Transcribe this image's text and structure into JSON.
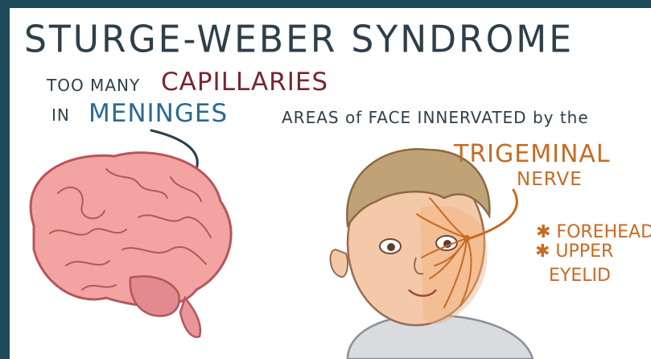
{
  "title": "STURGE-WEBER SYNDROME",
  "left_caption": {
    "line1_prefix": "TOO MANY",
    "line1_emphasis": "CAPILLARIES",
    "line2_prefix": "IN",
    "line2_emphasis": "MENINGES"
  },
  "right_caption": "AREAS of FACE INNERVATED by the",
  "nerve_label": {
    "line1": "TRIGEMINAL",
    "line2": "NERVE"
  },
  "bullets": [
    "✱ FOREHEAD",
    "✱ UPPER",
    "EYELID"
  ],
  "colors": {
    "background_frame": "#1f4a5a",
    "ink": "#2d3f4a",
    "capillaries": "#7a2431",
    "meninges": "#2b6a92",
    "nerve": "#c86a22",
    "brain": "#f4a3a3"
  }
}
